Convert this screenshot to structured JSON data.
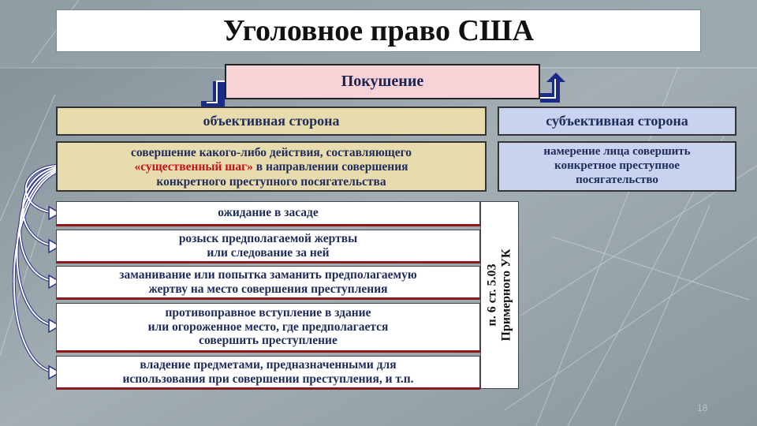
{
  "title": "Уголовное право США",
  "attempt": "Покушение",
  "objective": {
    "heading": "объективная сторона",
    "desc_part1": "совершение какого-либо действия, составляющего",
    "desc_highlight": "«существенный шаг»",
    "desc_part2": " в направлении совершения",
    "desc_part3": "конкретного преступного посягательства"
  },
  "subjective": {
    "heading": "субъективная сторона",
    "desc_line1": "намерение лица совершить",
    "desc_line2": "конкретное преступное",
    "desc_line3": "посягательство"
  },
  "items": [
    [
      "ожидание в засаде"
    ],
    [
      "розыск предполагаемой жертвы",
      "или следование за ней"
    ],
    [
      "заманивание или попытка заманить предполагаемую",
      "жертву на место совершения преступления"
    ],
    [
      "противоправное вступление в здание",
      "или огороженное место, где предполагается",
      "совершить преступление"
    ],
    [
      "владение предметами, предназначенными для",
      "использования при совершении преступления, и т.п."
    ]
  ],
  "side_note": {
    "line1": "п. 6 ст. 5.03",
    "line2": "Примерного УК"
  },
  "page_number": "18",
  "colors": {
    "title_bg": "#ffffff",
    "attempt_bg": "#f7d3d8",
    "objective_bg": "#e8dcae",
    "subjective_bg": "#c7d3ef",
    "arrow": "#2a2f8a",
    "highlight": "#c1121f"
  }
}
